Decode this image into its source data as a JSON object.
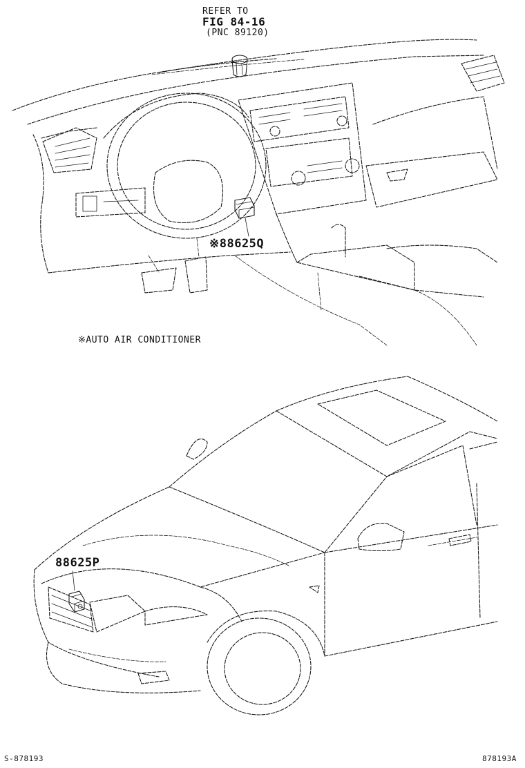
{
  "callout_top": {
    "line1": "REFER TO",
    "line2": "FIG 84-16",
    "line3": "(PNC 89120)"
  },
  "parts": {
    "part_q": "※88625Q",
    "part_p": "88625P"
  },
  "note": "※AUTO AIR CONDITIONER",
  "footer": {
    "left": "S-878193",
    "right": "878193A"
  }
}
